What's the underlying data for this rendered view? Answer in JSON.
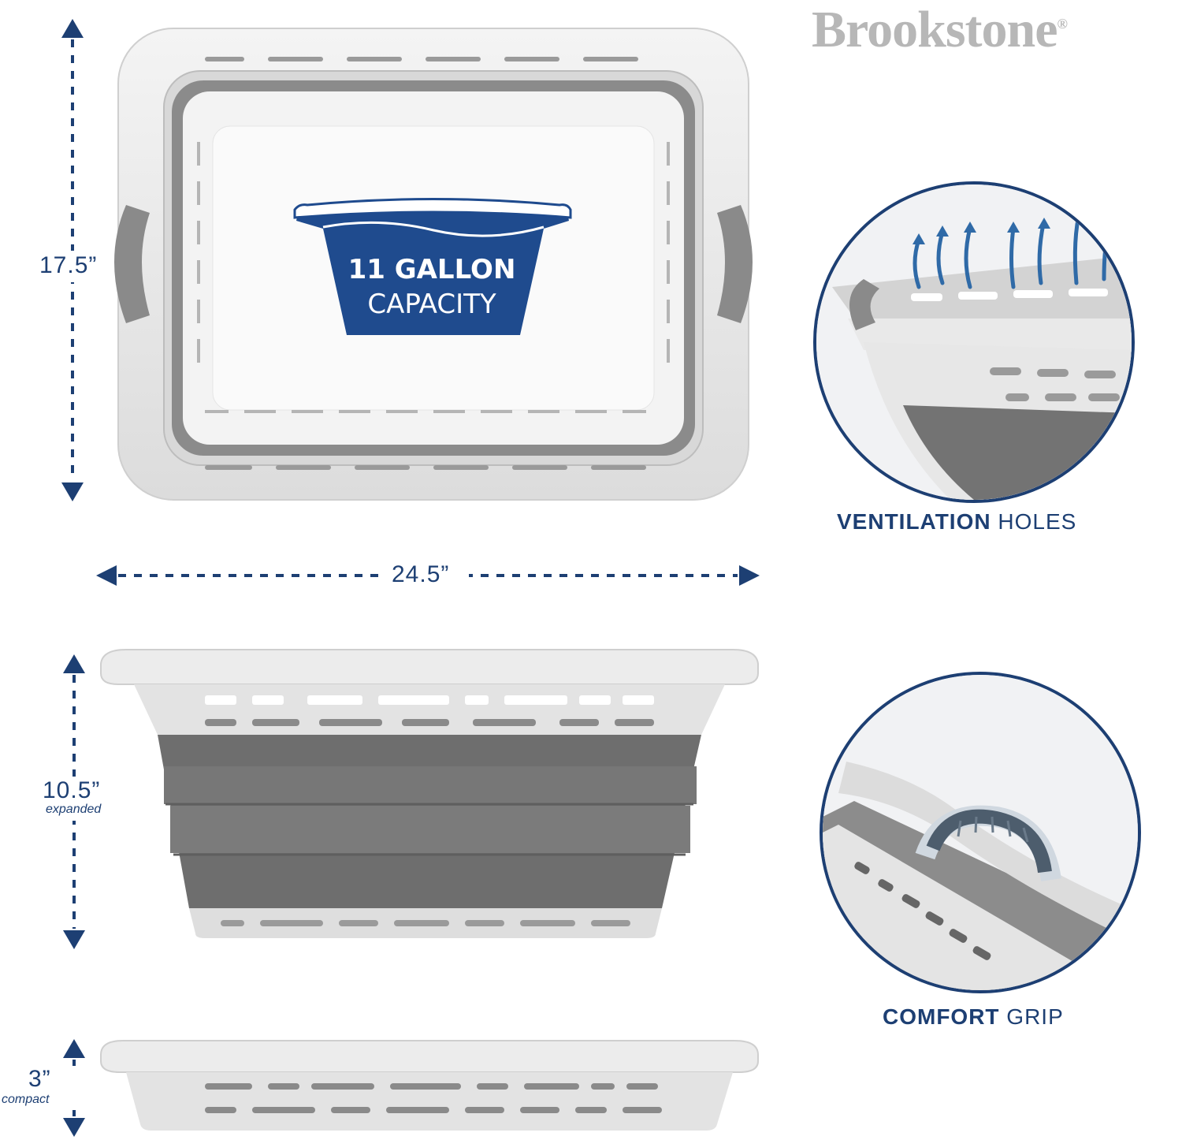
{
  "brand": {
    "name": "Brookstone",
    "mark": "®"
  },
  "dimensions": {
    "height_top": "17.5”",
    "width": "24.5”",
    "height_expanded": "10.5”",
    "height_expanded_note": "expanded",
    "height_compact": "3”",
    "height_compact_note": "compact"
  },
  "capacity": {
    "line1": "11 GALLON",
    "line2": "CAPACITY"
  },
  "features": [
    {
      "bold": "VENTILATION",
      "rest": " HOLES"
    },
    {
      "bold": "COMFORT",
      "rest": " GRIP"
    }
  ],
  "colors": {
    "navy": "#1d3f73",
    "gray_dark": "#6f6f6f",
    "gray_light": "#e6e6e6",
    "brand_gray": "#b7b7b7"
  },
  "icons": [
    "arrow-up-icon",
    "arrow-down-icon",
    "arrow-left-icon",
    "arrow-right-icon",
    "airflow-arrow-icon"
  ]
}
